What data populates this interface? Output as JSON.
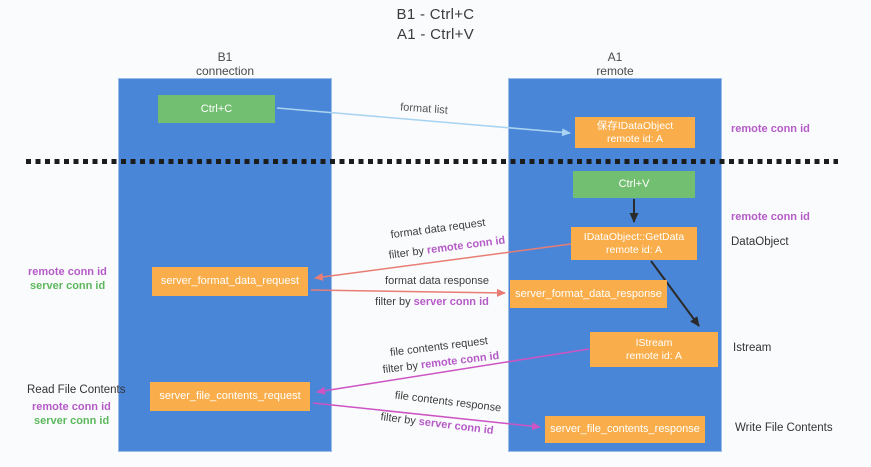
{
  "title": {
    "line1": "B1 - Ctrl+C",
    "line2": "A1 - Ctrl+V"
  },
  "lanes": {
    "left": {
      "name": "B1",
      "subtitle": "connection"
    },
    "right": {
      "name": "A1",
      "subtitle": "remote"
    }
  },
  "nodes": {
    "ctrl_c": {
      "label": "Ctrl+C"
    },
    "ctrl_v": {
      "label": "Ctrl+V"
    },
    "save_idataobject": {
      "line1": "保存IDataObject",
      "line2": "remote id: A"
    },
    "getdata": {
      "line1": "IDataObject::GetData",
      "line2": "remote id: A"
    },
    "istream": {
      "line1": "IStream",
      "line2": "remote id: A"
    },
    "format_request": {
      "label": "server_format_data_request"
    },
    "format_response": {
      "label": "server_format_data_response"
    },
    "file_request": {
      "label": "server_file_contents_request"
    },
    "file_response": {
      "label": "server_file_contents_response"
    }
  },
  "edge_labels": {
    "format_list": "format list",
    "format_data_request": "format data request",
    "format_data_response": "format data response",
    "file_contents_request": "file contents request",
    "file_contents_response": "file contents response",
    "filter_by": "filter by ",
    "remote_conn_id": "remote conn id",
    "server_conn_id": "server conn id"
  },
  "side_labels": {
    "remote_conn_id_right_top": "remote conn id",
    "remote_conn_id_right_mid": "remote conn id",
    "dataobject": "DataObject",
    "istream": "Istream",
    "write_file_contents": "Write File Contents",
    "read_file_contents": "Read File Contents",
    "remote_conn_id_left_top": "remote conn id",
    "server_conn_id_left_top": "server conn id",
    "remote_conn_id_left_bottom": "remote conn id",
    "server_conn_id_left_bottom": "server conn id"
  },
  "colors": {
    "lane_blue": "#4a86d8",
    "box_orange": "#f9ae4b",
    "box_green": "#72bf72",
    "arrow_red": "#e87d75",
    "arrow_magenta": "#cd54c3",
    "arrow_lightblue": "#a9d4f1",
    "arrow_black": "#2b2b2b",
    "text_purple": "#b55bc7",
    "text_green": "#5cb85c"
  }
}
